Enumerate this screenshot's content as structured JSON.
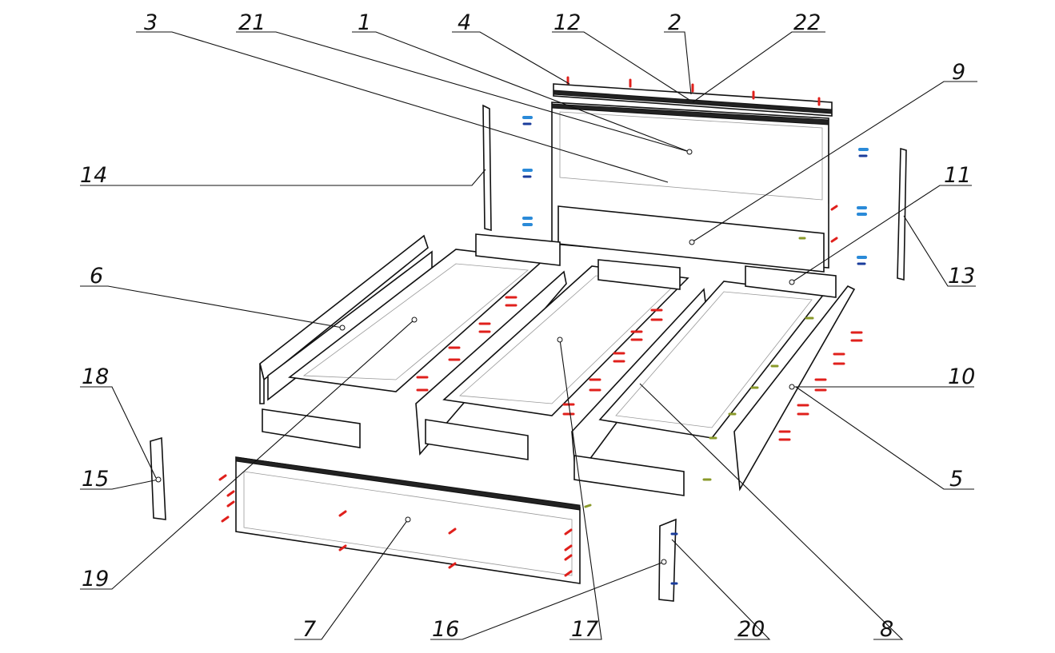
{
  "diagram": {
    "type": "exploded-assembly-drawing",
    "callouts": {
      "c1": "1",
      "c2": "2",
      "c3": "3",
      "c4": "4",
      "c5": "5",
      "c6": "6",
      "c7": "7",
      "c8": "8",
      "c9": "9",
      "c10": "10",
      "c11": "11",
      "c12": "12",
      "c13": "13",
      "c14": "14",
      "c15": "15",
      "c16": "16",
      "c17": "17",
      "c18": "18",
      "c19": "19",
      "c20": "20",
      "c21": "21",
      "c22": "22"
    },
    "colors": {
      "line": "#111111",
      "fastener_red": "#e0201c",
      "fastener_blue": "#2a8ad8",
      "fastener_navy": "#1a3c9c",
      "fastener_green": "#8a9a2a"
    }
  }
}
